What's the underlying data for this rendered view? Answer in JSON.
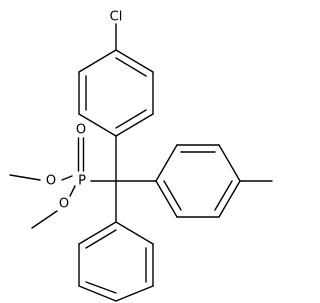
{
  "molecule": {
    "atom_labels": {
      "chlorine": "Cl",
      "phosphorus": "P",
      "oxygen_double": "O",
      "oxygen_upper": "O",
      "oxygen_lower": "O"
    }
  }
}
